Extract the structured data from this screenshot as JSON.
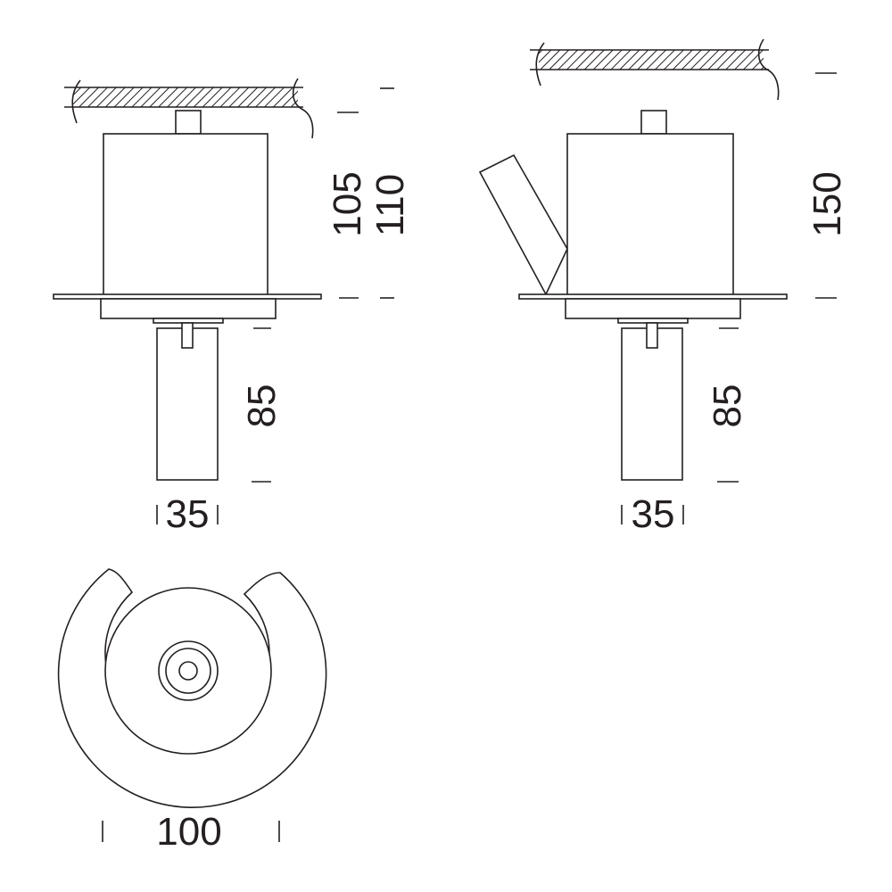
{
  "colors": {
    "line": "#231f20",
    "background": "#ffffff"
  },
  "views": {
    "left": {
      "dim_body_a": "105",
      "dim_body_b": "110",
      "dim_head_height": "85",
      "dim_head_width": "35"
    },
    "right": {
      "dim_body": "150",
      "dim_head_height": "85",
      "dim_head_width": "35"
    },
    "bottom": {
      "dim_diameter": "100"
    }
  }
}
